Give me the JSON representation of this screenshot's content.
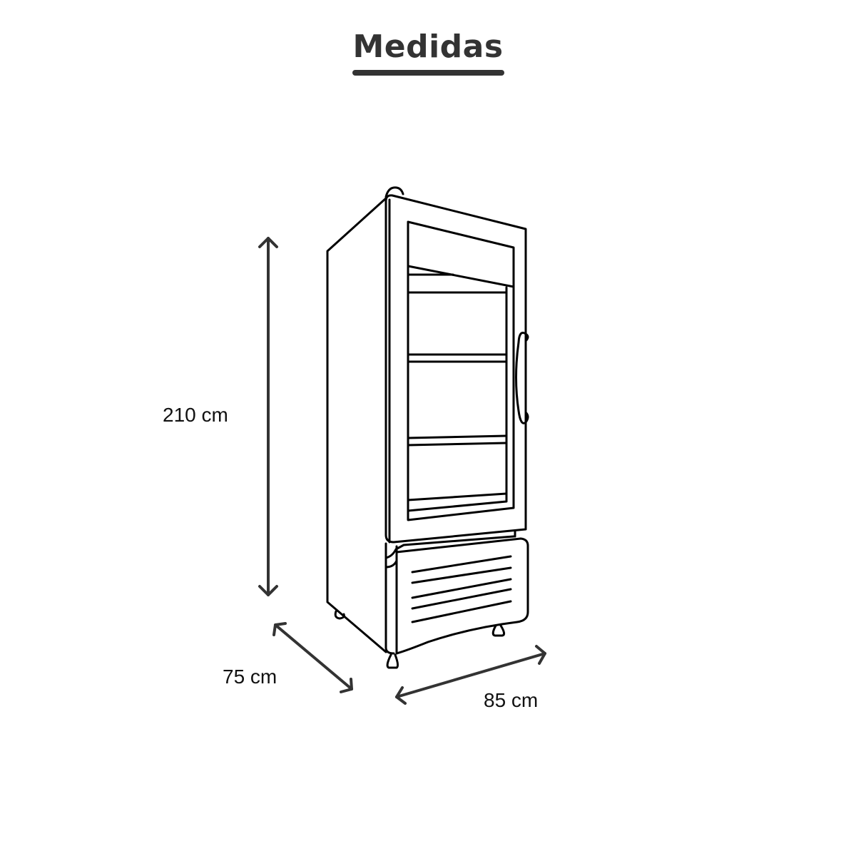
{
  "title": "Medidas",
  "dimensions": {
    "height": {
      "label": "210 cm",
      "value": 210,
      "unit": "cm"
    },
    "depth": {
      "label": "75 cm",
      "value": 75,
      "unit": "cm"
    },
    "width": {
      "label": "85 cm",
      "value": 85,
      "unit": "cm"
    }
  },
  "illustration": {
    "subject": "vertical glass-door display refrigerator",
    "shelves": 4,
    "vent_slats": 5,
    "line_color": "#000000",
    "arrow_color": "#333333"
  }
}
